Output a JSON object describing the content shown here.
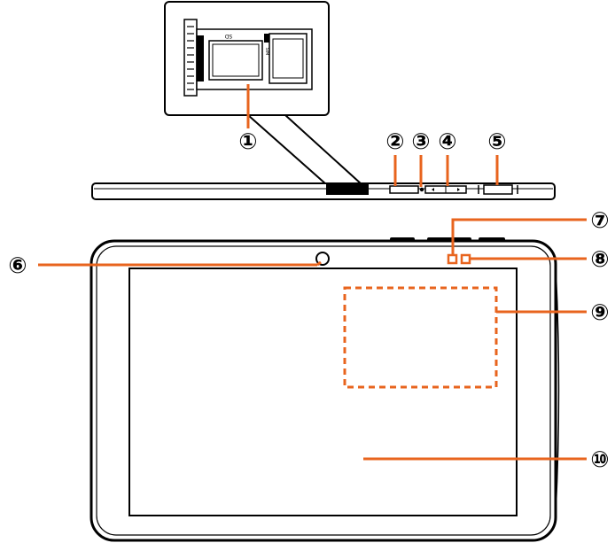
{
  "callouts": [
    {
      "id": 1,
      "label": "①",
      "part": "sim-sd-tray"
    },
    {
      "id": 2,
      "label": "②",
      "part": "power-key"
    },
    {
      "id": 3,
      "label": "③",
      "part": "microphone"
    },
    {
      "id": 4,
      "label": "④",
      "part": "volume-key"
    },
    {
      "id": 5,
      "label": "⑤",
      "part": "usb-port"
    },
    {
      "id": 6,
      "label": "⑥",
      "part": "front-camera"
    },
    {
      "id": 7,
      "label": "⑦",
      "part": "light-sensor"
    },
    {
      "id": 8,
      "label": "⑧",
      "part": "proximity-sensor"
    },
    {
      "id": 9,
      "label": "⑨",
      "part": "nfc-area"
    },
    {
      "id": 10,
      "label": "⑩",
      "part": "touch-screen"
    }
  ],
  "tray_marks": {
    "sd": "SD",
    "sim": "SIM"
  },
  "colors": {
    "outline": "#000000",
    "accent": "#E8641E",
    "background": "#FFFFFF"
  }
}
